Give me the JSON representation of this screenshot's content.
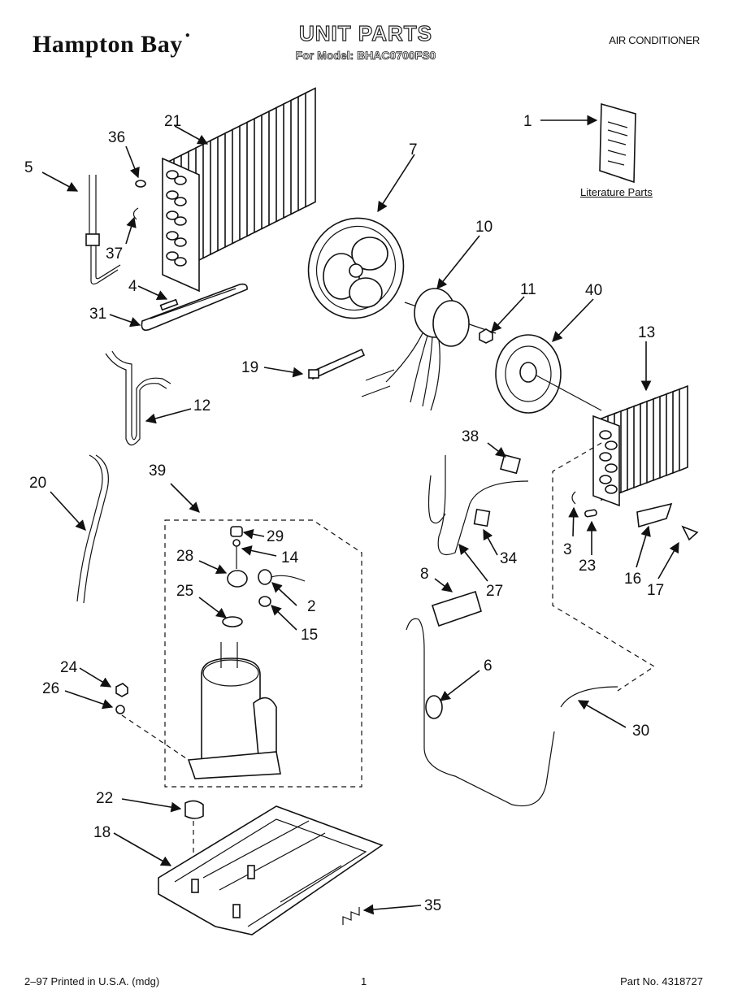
{
  "header": {
    "brand": "Hampton Bay",
    "title": "UNIT PARTS",
    "model_line": "For Model: BHAC0700FS0",
    "category": "AIR CONDITIONER"
  },
  "literature_label": "Literature Parts",
  "callouts": [
    "1",
    "2",
    "3",
    "4",
    "5",
    "6",
    "7",
    "8",
    "10",
    "11",
    "12",
    "13",
    "14",
    "15",
    "16",
    "17",
    "18",
    "19",
    "20",
    "21",
    "22",
    "23",
    "24",
    "25",
    "26",
    "27",
    "28",
    "29",
    "30",
    "31",
    "34",
    "35",
    "36",
    "37",
    "38",
    "39",
    "40"
  ],
  "footer": {
    "left": "2–97 Printed in U.S.A. (mdg)",
    "center": "1",
    "right": "Part No. 4318727"
  }
}
